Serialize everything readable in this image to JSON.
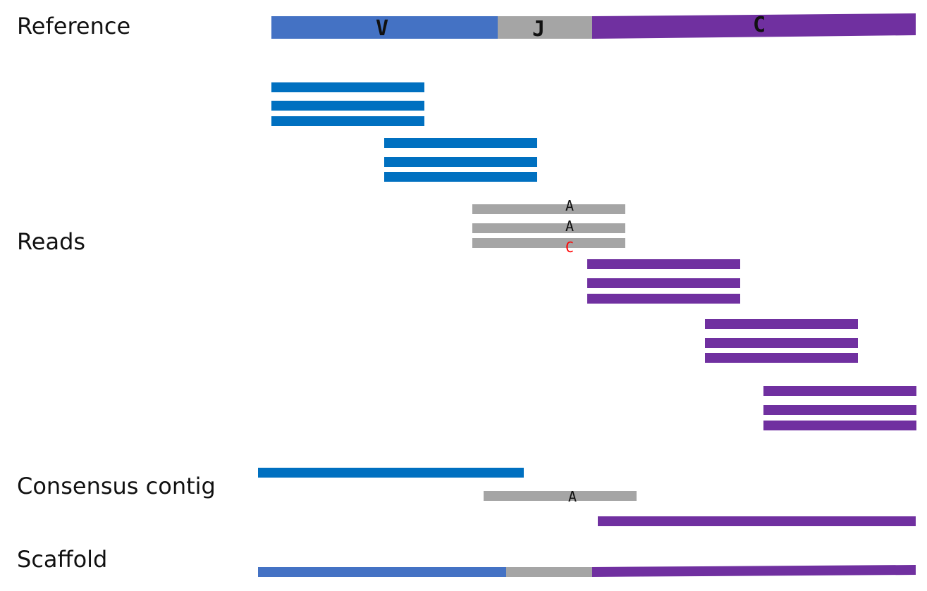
{
  "labels": {
    "reference": "Reference",
    "reads": "Reads",
    "consensus": "Consensus contig",
    "scaffold": "Scaffold"
  },
  "segments": {
    "v": "V",
    "j": "J",
    "c": "C"
  },
  "bases": {
    "read_a1": "A",
    "read_a2": "A",
    "read_c": "C",
    "consensus_a": "A"
  },
  "colors": {
    "v_reference": "#4472C4",
    "v_read": "#0070C0",
    "j": "#A5A5A5",
    "c": "#7030A0",
    "mismatch": "#FF0000",
    "text": "#111111"
  }
}
